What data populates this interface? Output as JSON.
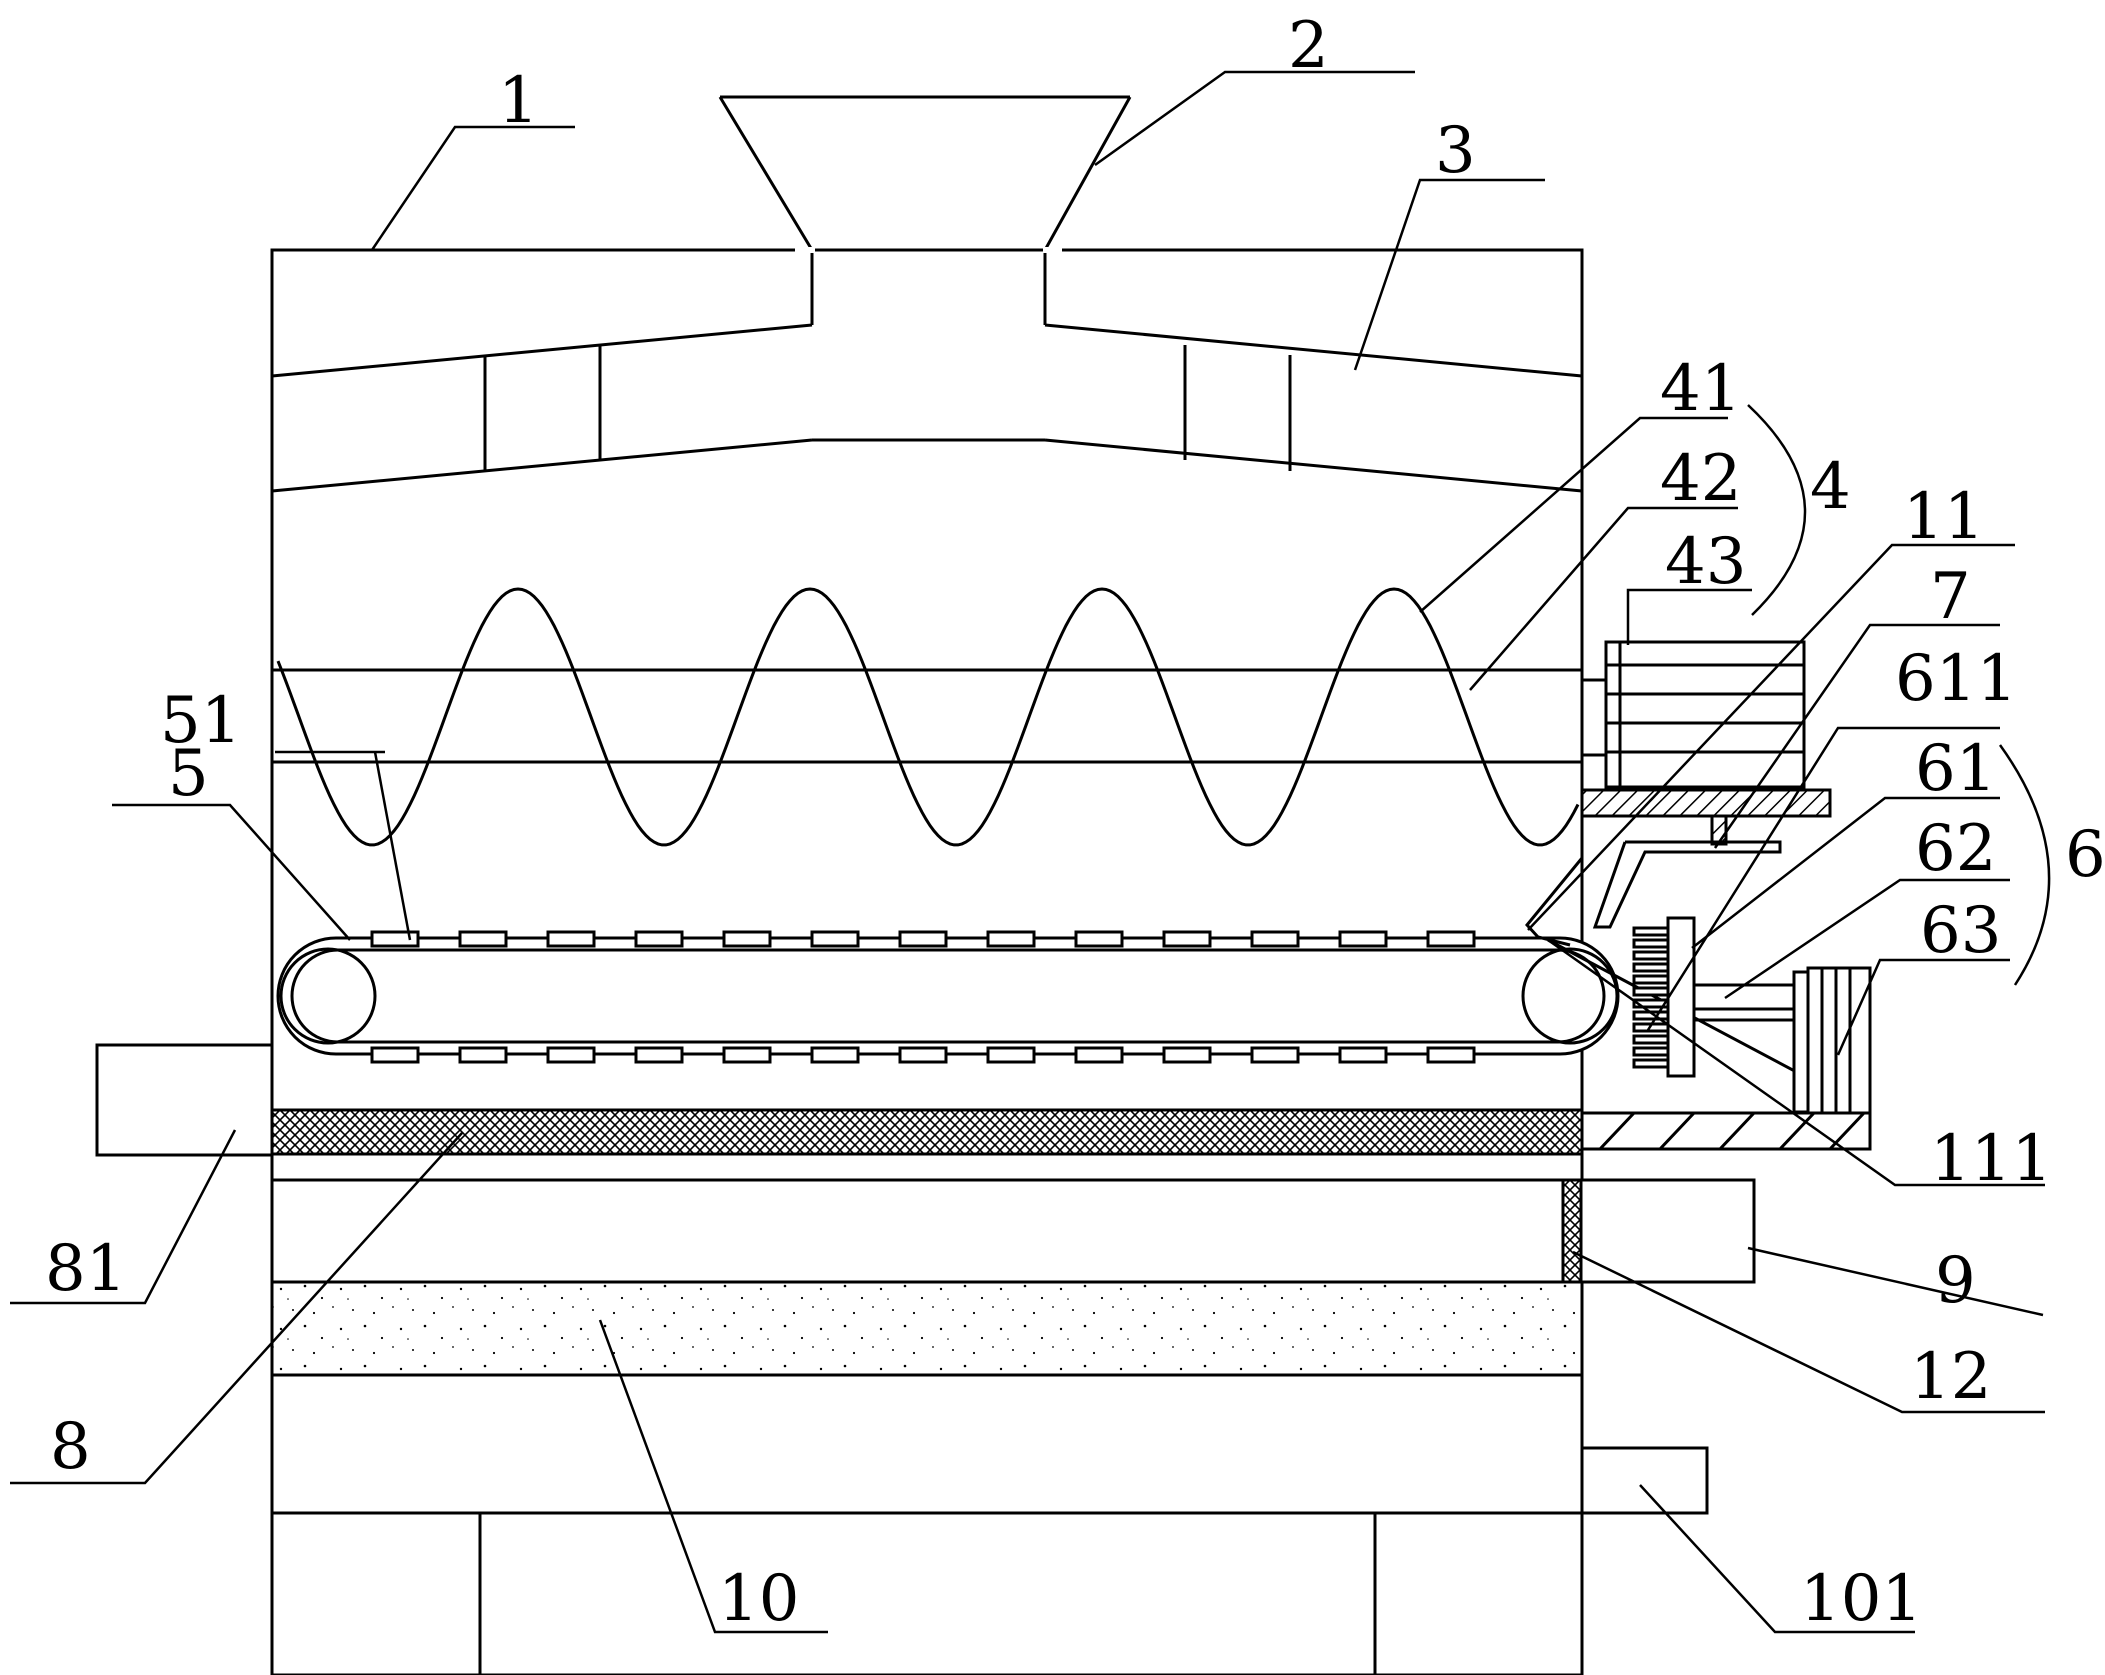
{
  "labels": {
    "l1": "1",
    "l2": "2",
    "l3": "3",
    "l4": "4",
    "l41": "41",
    "l42": "42",
    "l43": "43",
    "l5": "5",
    "l51": "51",
    "l6": "6",
    "l61": "61",
    "l611": "611",
    "l62": "62",
    "l63": "63",
    "l7": "7",
    "l8": "8",
    "l81": "81",
    "l9": "9",
    "l10": "10",
    "l101": "101",
    "l11": "11",
    "l111": "111",
    "l12": "12"
  }
}
